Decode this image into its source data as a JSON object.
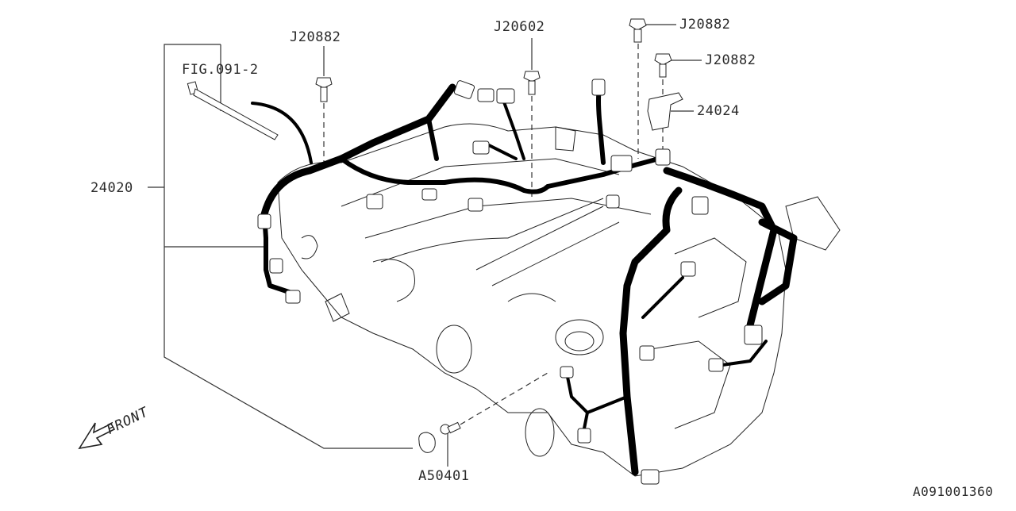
{
  "diagram": {
    "type": "parts-diagram",
    "subject": "Engine wiring harness",
    "figure_id": "A091001360",
    "orientation_label": "FRONT",
    "callouts": [
      {
        "id": "fig-ref",
        "text": "FIG.091-2"
      },
      {
        "id": "bolt-1",
        "text": "J20882"
      },
      {
        "id": "bolt-2",
        "text": "J20602"
      },
      {
        "id": "bolt-3",
        "text": "J20882"
      },
      {
        "id": "bolt-4",
        "text": "J20882"
      },
      {
        "id": "bracket",
        "text": "24024"
      },
      {
        "id": "harness",
        "text": "24020"
      },
      {
        "id": "ground-bolt",
        "text": "A50401"
      }
    ]
  }
}
